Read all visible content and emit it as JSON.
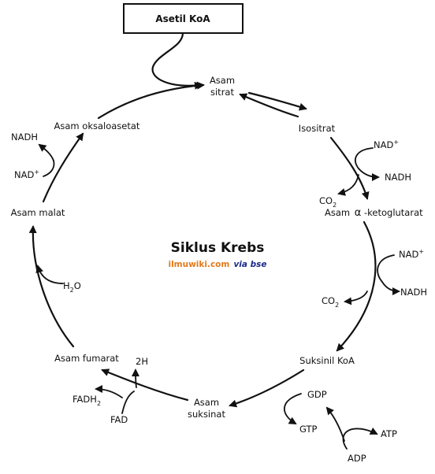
{
  "title": "Siklus Krebs",
  "source": {
    "site": "ilmuwiki.com",
    "via": "via bse"
  },
  "start_box": "Asetil KoA",
  "compounds": {
    "asam_sitrat_1": "Asam",
    "asam_sitrat_2": "sitrat",
    "isositrat": "Isositrat",
    "alpha_ketoglutarat_pre": "Asam",
    "alpha_symbol": "α",
    "alpha_ketoglutarat_post": "-ketoglutarat",
    "suksinil_koa": "Suksinil KoA",
    "asam_suksinat_1": "Asam",
    "asam_suksinat_2": "suksinat",
    "asam_fumarat": "Asam fumarat",
    "asam_malat": "Asam malat",
    "asam_oksaloasetat": "Asam oksaloasetat"
  },
  "cofactors": {
    "nad_1": "NAD",
    "nadh_1": "NADH",
    "co2_1": "CO",
    "nad_2": "NAD",
    "nadh_2": "NADH",
    "co2_2": "CO",
    "gdp": "GDP",
    "gtp": "GTP",
    "atp": "ATP",
    "adp": "ADP",
    "two_h": "2H",
    "fadh2": "FADH",
    "fad": "FAD",
    "h2o_h": "H",
    "h2o_o": "O",
    "nad_3": "NAD",
    "nadh_3": "NADH"
  },
  "marks": {
    "plus": "+",
    "two": "2"
  }
}
